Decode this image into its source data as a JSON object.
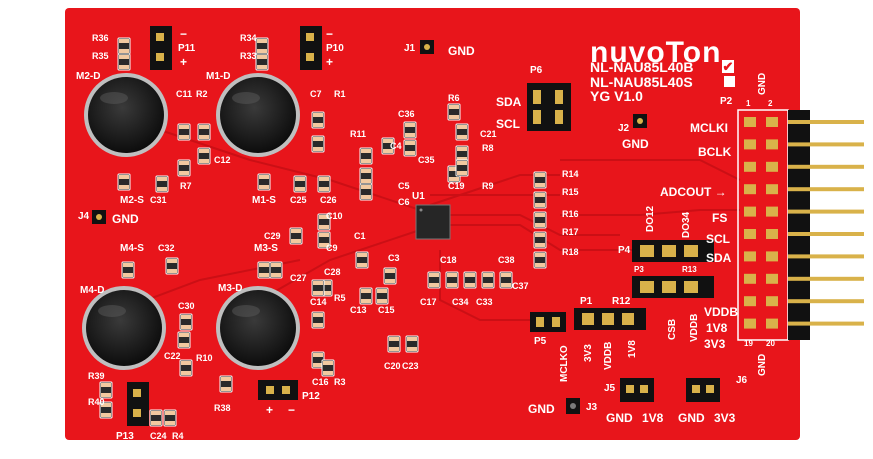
{
  "board": {
    "brand_logo": "nuvoTon",
    "models": [
      "NL-NAU85L40B",
      "NL-NAU85L40S",
      "YG V1.0"
    ],
    "selected_model_mark": "✔",
    "colors": {
      "pcb": "#e8151b",
      "pcb_dark": "#c40e14",
      "silk": "#ffffff",
      "mic_body": "#1a1a1a",
      "header_black": "#111111",
      "pin_gold": "#d9b24a",
      "pad": "#f2c9a0",
      "component_body": "#2a2a2a",
      "chip": "#262626"
    }
  },
  "connectors": {
    "P2": {
      "label": "P2",
      "pin_labels": [
        "GND",
        "MCLKI",
        "BCLK",
        "ADCOUT →",
        "FS",
        "SCL",
        "SDA",
        "VDDB",
        "1V8",
        "3V3",
        "GND"
      ],
      "pin_numbers": [
        "1",
        "2",
        "19",
        "20"
      ]
    },
    "P6": {
      "label": "P6",
      "signal_labels": [
        "SDA",
        "SCL"
      ]
    },
    "P4": {
      "label": "P4",
      "signal_labels": [
        "DO12",
        "DO34"
      ]
    },
    "P3": {
      "label": "P3"
    },
    "P1": {
      "label": "P1",
      "signal_labels": [
        "3V3",
        "VDDB",
        "1V8"
      ]
    },
    "P5": {
      "label": "P5",
      "signal_labels": [
        "MCLKO"
      ]
    },
    "P10": {
      "label": "P10"
    },
    "P11": {
      "label": "P11"
    },
    "P12": {
      "label": "P12"
    },
    "P13": {
      "label": "P13"
    },
    "J1": {
      "label": "J1",
      "signal": "GND"
    },
    "J2": {
      "label": "J2",
      "signal": "GND"
    },
    "J3": {
      "label": "J3",
      "signal": "GND"
    },
    "J4": {
      "label": "J4",
      "signal": "GND"
    },
    "J5": {
      "label": "J5",
      "signals": [
        "GND",
        "1V8"
      ]
    },
    "J6": {
      "label": "J6",
      "signals": [
        "GND",
        "3V3"
      ]
    },
    "misc": [
      "CSB",
      "VDDB",
      "R12",
      "R13"
    ]
  },
  "microphones": [
    {
      "id": "mic-m2",
      "label": "M2-D",
      "sub": "M2-S"
    },
    {
      "id": "mic-m1",
      "label": "M1-D",
      "sub": "M1-S"
    },
    {
      "id": "mic-m4",
      "label": "M4-D",
      "sub": "M4-S"
    },
    {
      "id": "mic-m3",
      "label": "M3-D",
      "sub": "M3-S"
    }
  ],
  "chip": {
    "label": "U1"
  },
  "component_labels": {
    "resistors": [
      "R36",
      "R35",
      "R34",
      "R33",
      "R2",
      "R1",
      "R7",
      "R11",
      "R6",
      "R8",
      "R9",
      "R14",
      "R15",
      "R16",
      "R17",
      "R18",
      "R5",
      "R3",
      "R10",
      "R39",
      "R40",
      "R38",
      "R4"
    ],
    "capacitors": [
      "C11",
      "C7",
      "C12",
      "C31",
      "C25",
      "C26",
      "C36",
      "C4",
      "C35",
      "C21",
      "C19",
      "C5",
      "C6",
      "C10",
      "C29",
      "C9",
      "C1",
      "C32",
      "C27",
      "C28",
      "C3",
      "C18",
      "C38",
      "C17",
      "C34",
      "C33",
      "C37",
      "C13",
      "C15",
      "C30",
      "C14",
      "C22",
      "C16",
      "C20",
      "C23",
      "C24"
    ]
  },
  "polarity_marks": [
    "+",
    "−"
  ]
}
